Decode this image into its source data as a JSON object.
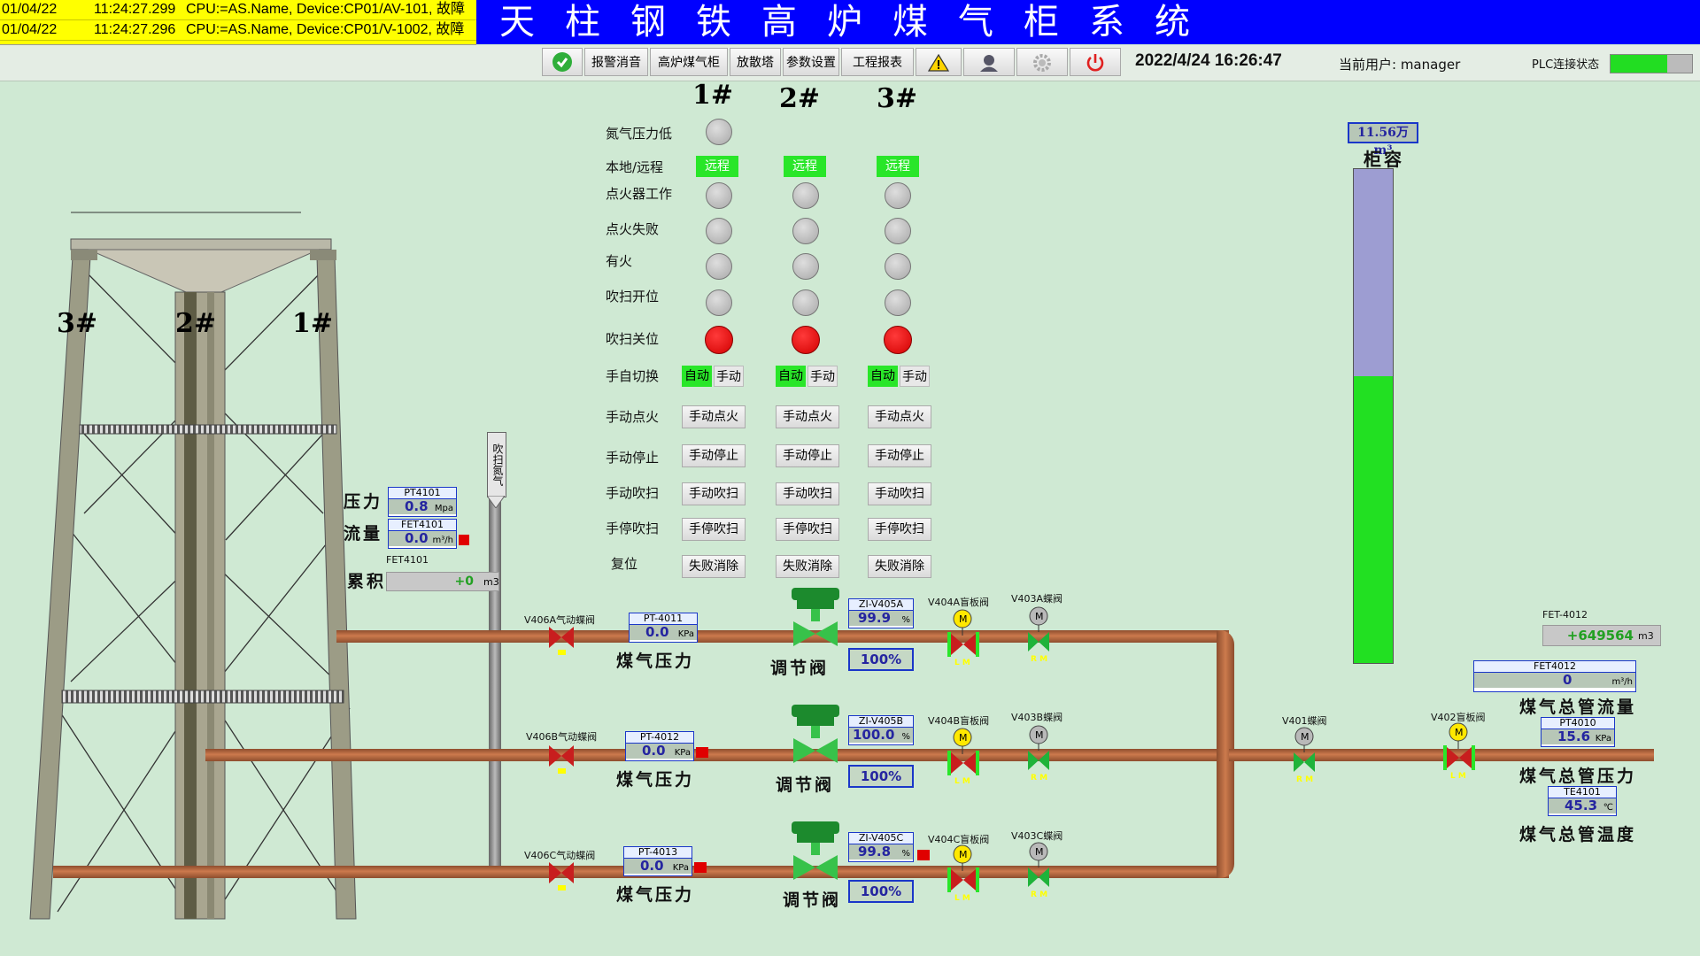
{
  "alarms": [
    {
      "date": "01/04/22",
      "time": "11:24:27.299",
      "msg": "CPU:=AS.Name, Device:CP01/AV-101, 故障"
    },
    {
      "date": "01/04/22",
      "time": "11:24:27.296",
      "msg": "CPU:=AS.Name, Device:CP01/V-1002, 故障"
    }
  ],
  "title": "天柱钢铁高炉煤气柜系统",
  "toolbar": {
    "confirm_icon": "check-circle-icon",
    "buttons": [
      "报警消音",
      "高炉煤气柜",
      "放散塔",
      "参数设置",
      "工程报表"
    ],
    "icons": [
      "warning-icon",
      "user-icon",
      "gear-icon",
      "power-icon"
    ],
    "datetime": "2022/4/24 16:26:47",
    "current_user": "当前用户: manager",
    "plc_label": "PLC连接状态",
    "plc_level": 0.7
  },
  "colors": {
    "accent": "#0000ff",
    "alarm": "#ffff00",
    "ok": "#29e629",
    "red": "#e00000",
    "tag_border": "#1a37c9"
  },
  "matrix": {
    "columns": [
      "1#",
      "2#",
      "3#"
    ],
    "rows": [
      "氮气压力低",
      "本地/远程",
      "点火器工作",
      "点火失败",
      "有火",
      "吹扫开位",
      "吹扫关位",
      "手自切换",
      "手动点火",
      "手动停止",
      "手动吹扫",
      "手停吹扫",
      "复位"
    ],
    "remote_label": "远程",
    "auto_label": "自动",
    "manual_label": "手动",
    "btn_ignite": "手动点火",
    "btn_stop": "手动停止",
    "btn_purge": "手动吹扫",
    "btn_stop_purge": "手停吹扫",
    "btn_reset": "失败消除"
  },
  "tower": {
    "labels": [
      "3#",
      "2#",
      "1#"
    ],
    "purge_pipe_label": "吹扫氮气"
  },
  "flare": {
    "pressure_label": "压力",
    "flow_label": "流量",
    "total_label": "累积",
    "pt": {
      "name": "PT4101",
      "value": "0.8",
      "unit": "Mpa"
    },
    "fet": {
      "name": "FET4101",
      "value": "0.0",
      "unit": "m³/h"
    },
    "total": {
      "name": "FET4101",
      "value": "+0",
      "unit": "m3"
    }
  },
  "lines": [
    {
      "valve": "V406A气动蝶阀",
      "pt": {
        "name": "PT-4011",
        "value": "0.0",
        "unit": "KPa"
      },
      "pt_label": "煤气压力",
      "reg_label": "调节阀",
      "zi": {
        "name": "ZI-V405A",
        "value": "99.9",
        "unit": "%"
      },
      "pct": "100%",
      "blind": "V404A盲板阀",
      "bfly": "V403A蝶阀"
    },
    {
      "valve": "V406B气动蝶阀",
      "pt": {
        "name": "PT-4012",
        "value": "0.0",
        "unit": "KPa"
      },
      "pt_label": "煤气压力",
      "reg_label": "调节阀",
      "zi": {
        "name": "ZI-V405B",
        "value": "100.0",
        "unit": "%"
      },
      "pct": "100%",
      "blind": "V404B盲板阀",
      "bfly": "V403B蝶阀"
    },
    {
      "valve": "V406C气动蝶阀",
      "pt": {
        "name": "PT-4013",
        "value": "0.0",
        "unit": "KPa"
      },
      "pt_label": "煤气压力",
      "reg_label": "调节阀",
      "zi": {
        "name": "ZI-V405C",
        "value": "99.8",
        "unit": "%"
      },
      "pct": "100%",
      "blind": "V404C盲板阀",
      "bfly": "V403C蝶阀"
    }
  ],
  "main": {
    "v401": "V401蝶阀",
    "v402": "V402盲板阀",
    "fet4012_total": {
      "name": "FET-4012",
      "value": "+649564",
      "unit": "m3"
    },
    "fet4012": {
      "name": "FET4012",
      "value": "0",
      "unit": "m³/h"
    },
    "flow_label": "煤气总管流量",
    "pt4010": {
      "name": "PT4010",
      "value": "15.6",
      "unit": "KPa"
    },
    "pressure_label": "煤气总管压力",
    "te4101": {
      "name": "TE4101",
      "value": "45.3",
      "unit": "℃"
    },
    "temp_label": "煤气总管温度"
  },
  "holder": {
    "value": "11.56万m³",
    "label": "柜容",
    "level": 0.58
  }
}
